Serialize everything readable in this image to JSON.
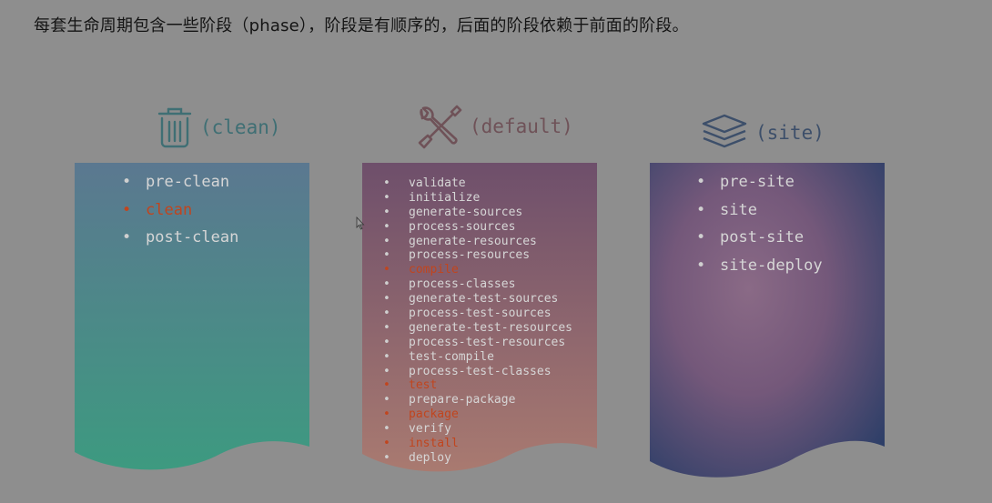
{
  "header": {
    "title": "每套生命周期包含一些阶段（phase），阶段是有顺序的，后面的阶段依赖于前面的阶段。"
  },
  "lifecycles": [
    {
      "label": "(clean)",
      "icon": "trash-icon",
      "phases": [
        {
          "name": "pre-clean",
          "highlight": false
        },
        {
          "name": "clean",
          "highlight": true
        },
        {
          "name": "post-clean",
          "highlight": false
        }
      ]
    },
    {
      "label": "(default)",
      "icon": "tools-icon",
      "phases": [
        {
          "name": "validate",
          "highlight": false
        },
        {
          "name": "initialize",
          "highlight": false
        },
        {
          "name": "generate-sources",
          "highlight": false
        },
        {
          "name": "process-sources",
          "highlight": false
        },
        {
          "name": "generate-resources",
          "highlight": false
        },
        {
          "name": "process-resources",
          "highlight": false
        },
        {
          "name": "compile",
          "highlight": true
        },
        {
          "name": "process-classes",
          "highlight": false
        },
        {
          "name": "generate-test-sources",
          "highlight": false
        },
        {
          "name": "process-test-sources",
          "highlight": false
        },
        {
          "name": "generate-test-resources",
          "highlight": false
        },
        {
          "name": "process-test-resources",
          "highlight": false
        },
        {
          "name": "test-compile",
          "highlight": false
        },
        {
          "name": "process-test-classes",
          "highlight": false
        },
        {
          "name": "test",
          "highlight": true
        },
        {
          "name": "prepare-package",
          "highlight": false
        },
        {
          "name": "package",
          "highlight": true
        },
        {
          "name": "verify",
          "highlight": false
        },
        {
          "name": "install",
          "highlight": true
        },
        {
          "name": "deploy",
          "highlight": false
        }
      ]
    },
    {
      "label": "(site)",
      "icon": "layers-icon",
      "phases": [
        {
          "name": "pre-site",
          "highlight": false
        },
        {
          "name": "site",
          "highlight": false
        },
        {
          "name": "post-site",
          "highlight": false
        },
        {
          "name": "site-deploy",
          "highlight": false
        }
      ]
    }
  ],
  "colors": {
    "background": "#8e8e8e",
    "highlight": "#c1451e",
    "clean_top": "#5b7890",
    "clean_bottom": "#3d9a80",
    "default_top": "#6e4f6b",
    "default_bottom": "#a97a70",
    "site_top": "#7a5f80",
    "site_bottom": "#2e3f68"
  }
}
